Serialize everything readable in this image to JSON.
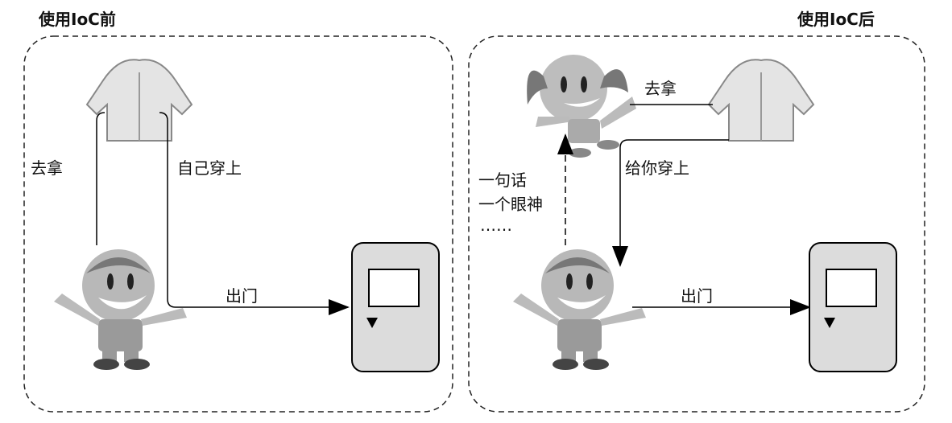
{
  "left_panel": {
    "title": "使用IoC前",
    "fetch_label": "去拿",
    "wear_label": "自己穿上",
    "go_out_label": "出门"
  },
  "right_panel": {
    "title": "使用IoC后",
    "fetch_label": "去拿",
    "wear_label": "给你穿上",
    "signal_lines": [
      "一句话",
      "一个眼神",
      "……"
    ],
    "go_out_label": "出门"
  }
}
